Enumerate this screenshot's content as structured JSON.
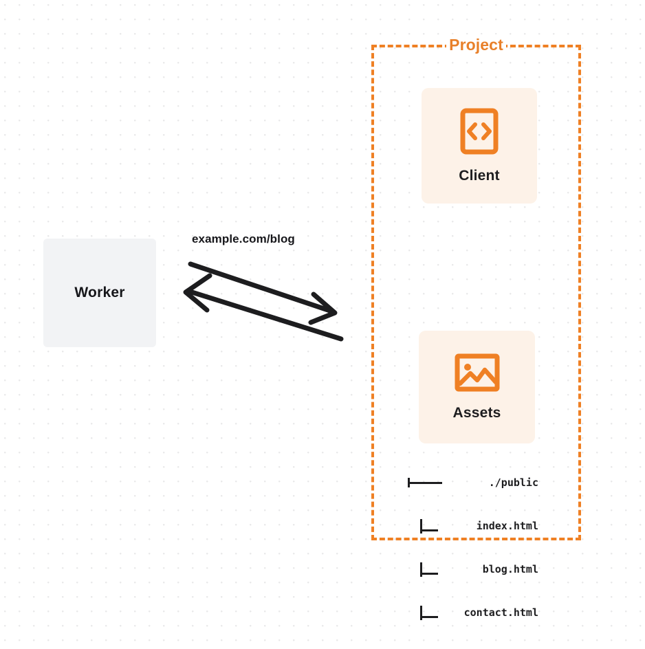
{
  "diagram": {
    "type": "architecture-flow",
    "background": "dotted-grid",
    "colors": {
      "accent_orange": "#ef8024",
      "label_orange": "#e8802a",
      "card_fill_orange": "#fdf2e8",
      "card_fill_gray": "#f2f3f5",
      "text_dark": "#1d1d1f",
      "grid_dot": "#e9e9ea"
    }
  },
  "group": {
    "label": "Project",
    "border_style": "dashed"
  },
  "nodes": [
    {
      "id": "client",
      "title": "Client",
      "icon": "none",
      "style": "gray-card"
    },
    {
      "id": "worker",
      "title": "Worker",
      "icon": "code-brackets-icon",
      "style": "orange-card"
    },
    {
      "id": "assets",
      "title": "Assets",
      "icon": "image-icon",
      "style": "orange-card"
    }
  ],
  "connection": {
    "label": "example.com/blog",
    "direction": "bidirectional",
    "from": "client",
    "to": "worker"
  },
  "file_tree": {
    "rows": [
      {
        "glyph": "branch-long",
        "name": "./public"
      },
      {
        "glyph": "branch-short",
        "name": "index.html"
      },
      {
        "glyph": "branch-short",
        "name": "blog.html"
      },
      {
        "glyph": "branch-short",
        "name": "contact.html"
      }
    ]
  }
}
